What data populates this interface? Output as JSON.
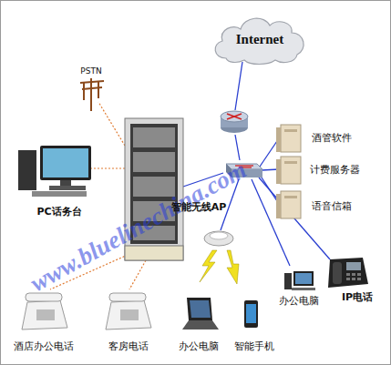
{
  "diagram": {
    "nodes": [
      {
        "text": [
          "Internet"
        ]
      },
      {
        "text": [
          "PSTN"
        ]
      },
      {
        "text": [
          "酒管软件"
        ]
      },
      {
        "text": [
          "计费服务器"
        ]
      },
      {
        "text": [
          "语音信箱"
        ]
      },
      {
        "text": [
          "PC话务台"
        ]
      },
      {
        "text": [
          "智能无线AP"
        ]
      },
      {
        "text": [
          "IP电话"
        ]
      },
      {
        "text": [
          "办公电脑"
        ]
      },
      {
        "text": [
          "办公电脑"
        ]
      },
      {
        "text": [
          "智能手机"
        ]
      },
      {
        "text": [
          "酒店办公电话"
        ]
      },
      {
        "text": [
          "客房电话"
        ]
      }
    ],
    "labels": [
      "www.bluelinechina.com"
    ]
  }
}
